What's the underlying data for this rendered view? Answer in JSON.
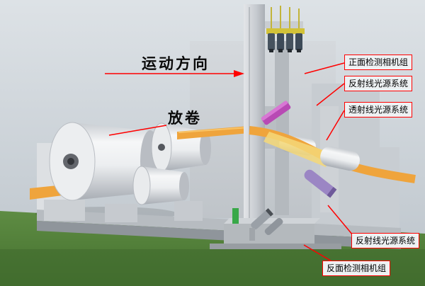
{
  "labels": {
    "motion_direction": "运动方向",
    "unwind": "放卷",
    "front_camera_group": "正面检测相机组",
    "reflective_light_top": "反射线光源系统",
    "transmissive_light": "透射线光源系统",
    "reflective_light_bottom": "反射线光源系统",
    "back_camera_group": "反面检测相机组"
  },
  "colors": {
    "annotation_red": "#ff0000",
    "web_orange": "#efa43c",
    "floor_green": "#57823f",
    "bg": "#ccd4da"
  }
}
